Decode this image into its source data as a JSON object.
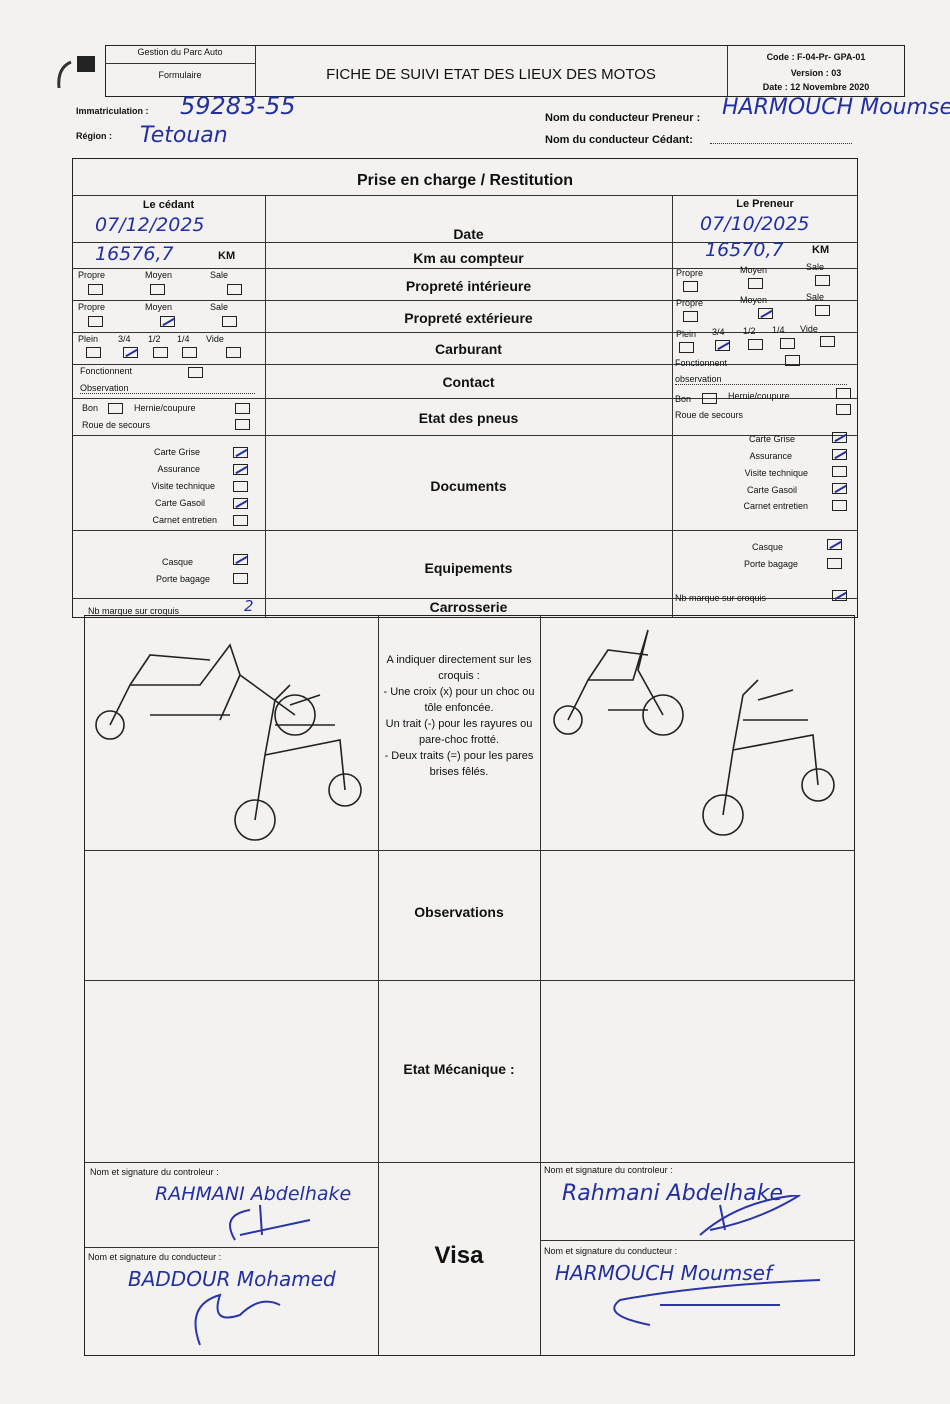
{
  "header": {
    "org": "Gestion du Parc Auto",
    "type": "Formulaire",
    "title": "FICHE DE SUIVI ETAT DES LIEUX DES MOTOS",
    "code": "Code : F-04-Pr- GPA-01",
    "version": "Version : 03",
    "date": "Date : 12 Novembre 2020"
  },
  "info": {
    "immat_label": "Immatriculation :",
    "immat_value": "59283-55",
    "region_label": "Région :",
    "region_value": "Tetouan",
    "preneur_label": "Nom du conducteur Preneur :",
    "preneur_value": "HARMOUCH Moumsef",
    "cedant_label": "Nom du conducteur Cédant:"
  },
  "table": {
    "title": "Prise en charge / Restitution",
    "cedant": "Le cédant",
    "preneur": "Le Preneur",
    "rows": {
      "date": "Date",
      "km": "Km au compteur",
      "prop_int": "Propreté intérieure",
      "prop_ext": "Propreté extérieure",
      "carburant": "Carburant",
      "contact": "Contact",
      "pneus": "Etat des pneus",
      "documents": "Documents",
      "equipements": "Equipements",
      "carrosserie": "Carrosserie",
      "observations": "Observations",
      "mecanique": "Etat Mécanique  :",
      "visa": "Visa"
    },
    "cedant_date": "07/12/2025",
    "cedant_km": "16576,7",
    "preneur_date": "07/10/2025",
    "preneur_km": "16570,7",
    "km_unit": "KM",
    "clean": [
      "Propre",
      "Moyen",
      "Sale"
    ],
    "fuel": [
      "Plein",
      "3/4",
      "1/2",
      "1/4",
      "Vide"
    ],
    "fonctionnent": "Fonctionnent",
    "observation_left": "Observation",
    "observation_right": "observation",
    "bon": "Bon",
    "hernie": "Hernie/coupure",
    "roue": "Roue de secours",
    "docs": [
      "Carte Grise",
      "Assurance",
      "Visite technique",
      "Carte Gasoil",
      "Carnet entretien"
    ],
    "equip": [
      "Casque",
      "Porte bagage"
    ],
    "nb_marque": "Nb marque sur croquis",
    "nb_marque_left": "2",
    "instructions": [
      "A indiquer directement sur les croquis :",
      "- Une croix (x) pour un choc ou tôle enfoncée.",
      "Un trait (-) pour les rayures ou pare-choc frotté.",
      "- Deux traits (=) pour les pares brises fêlés."
    ],
    "sig_controleur": "Nom et signature du controleur :",
    "sig_conducteur": "Nom et signature du conducteur :",
    "left_controleur": "RAHMANI Abdelhake",
    "left_conducteur": "BADDOUR Mohamed",
    "right_controleur": "Rahmani Abdelhake",
    "right_conducteur": "HARMOUCH Moumsef"
  }
}
